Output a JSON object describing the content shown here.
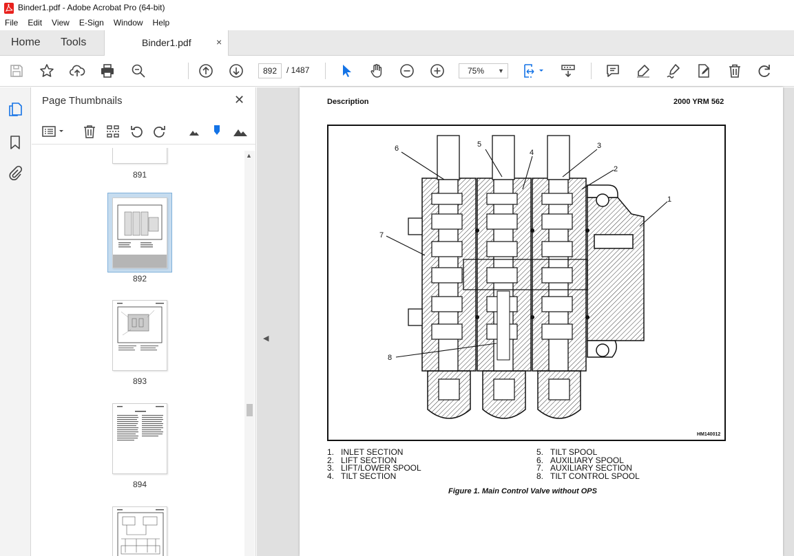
{
  "window": {
    "title": "Binder1.pdf - Adobe Acrobat Pro (64-bit)"
  },
  "menu": [
    "File",
    "Edit",
    "View",
    "E-Sign",
    "Window",
    "Help"
  ],
  "tabs": {
    "home": "Home",
    "tools": "Tools",
    "document": "Binder1.pdf",
    "close_glyph": "×"
  },
  "toolbar": {
    "current_page": "892",
    "page_total": "/ 1487",
    "zoom": "75%",
    "icons": [
      "save-icon",
      "star-icon",
      "upload-icon",
      "print-icon",
      "search-zoom-icon",
      "page-up-icon",
      "page-down-icon",
      "select-cursor-icon",
      "hand-icon",
      "zoom-out-icon",
      "zoom-in-icon",
      "fit-page-icon",
      "scroll-mode-icon",
      "comment-icon",
      "highlight-icon",
      "sign-icon",
      "edit-icon",
      "trash-icon",
      "redo-icon"
    ]
  },
  "colors": {
    "accent": "#1473e6",
    "selected_thumb": "#c6dcef",
    "pdf_red": "#e8211d"
  },
  "panel": {
    "title": "Page Thumbnails",
    "close_glyph": "✕",
    "thumbnails": [
      {
        "label": "891"
      },
      {
        "label": "892",
        "selected": true
      },
      {
        "label": "893"
      },
      {
        "label": "894"
      },
      {
        "label": ""
      }
    ]
  },
  "page": {
    "header_left": "Description",
    "header_right": "2000 YRM 562",
    "figure_code": "HM140012",
    "callouts": [
      "1",
      "2",
      "3",
      "4",
      "5",
      "6",
      "7",
      "8"
    ],
    "legend_left": [
      {
        "num": "1.",
        "text": "INLET SECTION"
      },
      {
        "num": "2.",
        "text": "LIFT SECTION"
      },
      {
        "num": "3.",
        "text": "LIFT/LOWER SPOOL"
      },
      {
        "num": "4.",
        "text": "TILT SECTION"
      }
    ],
    "legend_right": [
      {
        "num": "5.",
        "text": "TILT SPOOL"
      },
      {
        "num": "6.",
        "text": "AUXILIARY SPOOL"
      },
      {
        "num": "7.",
        "text": "AUXILIARY SECTION"
      },
      {
        "num": "8.",
        "text": "TILT CONTROL SPOOL"
      }
    ],
    "caption": "Figure 1.  Main Control Valve without OPS"
  }
}
